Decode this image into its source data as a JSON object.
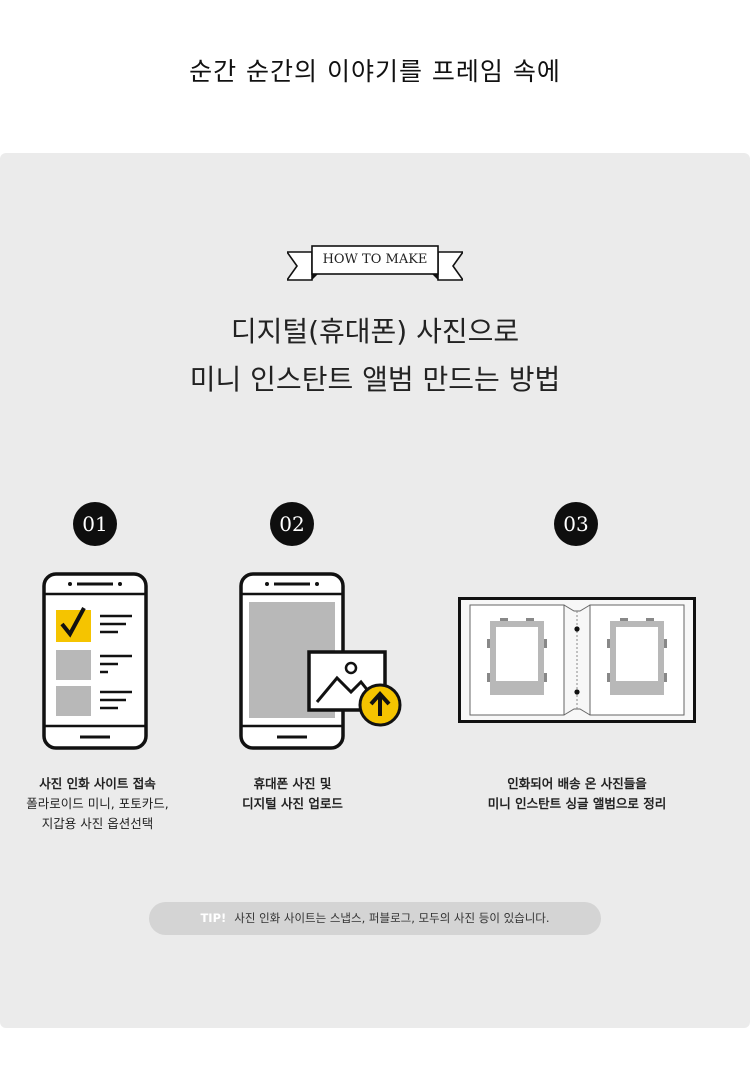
{
  "top_title": "순간 순간의 이야기를 프레임 속에",
  "ribbon_label": "HOW TO MAKE",
  "headline": {
    "line1": "디지털(휴대폰) 사진으로",
    "line2": "미니 인스탄트 앨범 만드는 방법"
  },
  "steps": [
    {
      "number": "01",
      "bold": "사진 인화 사이트 접속",
      "lines": [
        "폴라로이드 미니, 포토카드,",
        "지갑용 사진 옵션선택"
      ]
    },
    {
      "number": "02",
      "bold_lines": [
        "휴대폰 사진 및",
        "디지털 사진 업로드"
      ]
    },
    {
      "number": "03",
      "bold_lines": [
        "인화되어 배송 온 사진들을",
        "미니 인스탄트 싱글 앨범으로 정리"
      ]
    }
  ],
  "tip": {
    "label": "TIP!",
    "text": "사진 인화 사이트는 스냅스, 퍼블로그, 모두의 사진 등이 있습니다."
  },
  "colors": {
    "panel": "#ebebeb",
    "accent_yellow": "#f5c400",
    "dark": "#0e0e0e",
    "tip_bg": "#d4d4d4"
  }
}
